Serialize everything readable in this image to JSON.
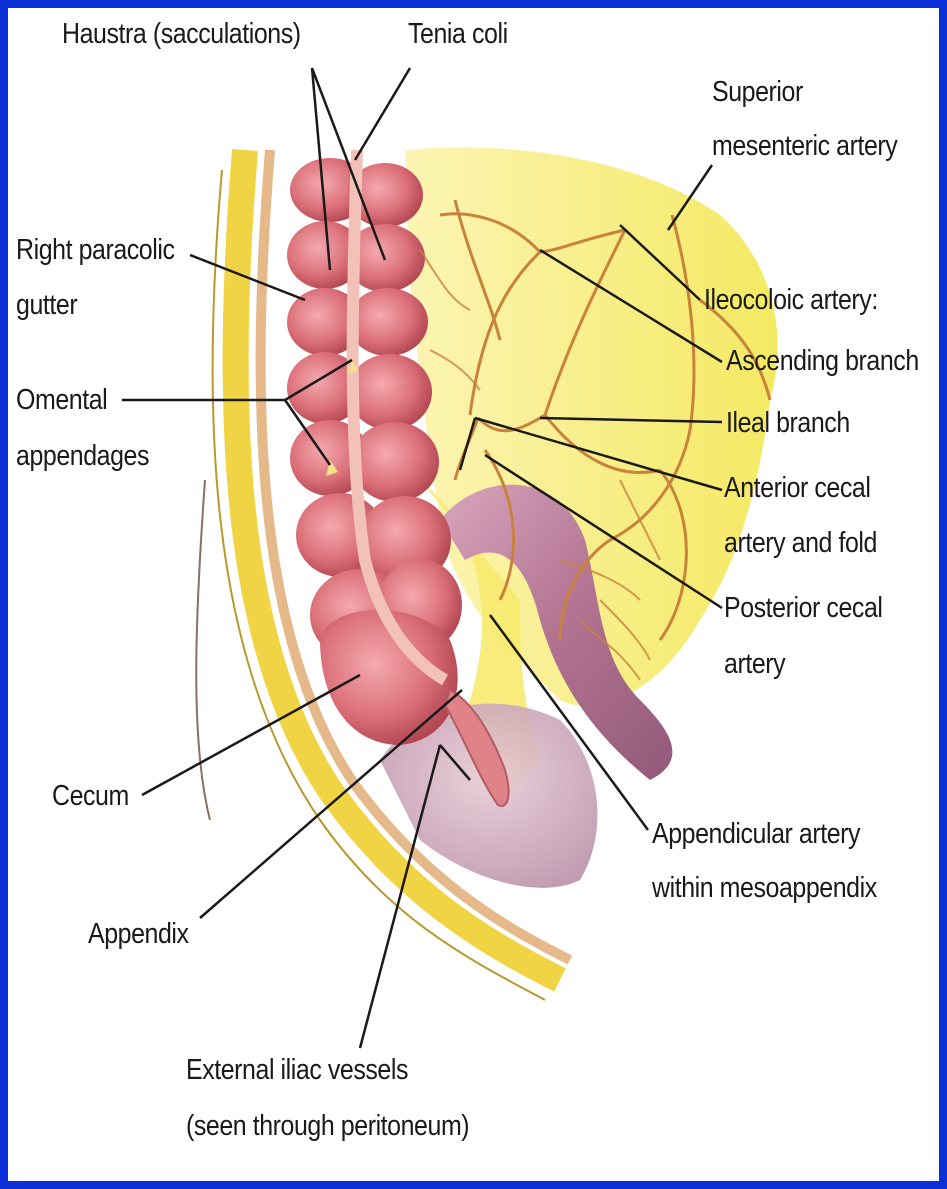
{
  "colors": {
    "frame": "#0b2fd6",
    "colon": "#d9707a",
    "colon_dark": "#b04a55",
    "mesentery": "#f7ef6a",
    "artery": "#c9823c",
    "ileum": "#b77d98",
    "peritoneum_band": "#f2d54a",
    "leader": "#1a1a1a"
  },
  "labels": {
    "haustra": "Haustra (sacculations)",
    "tenia_coli": "Tenia coli",
    "superior_mesenteric_1": "Superior",
    "superior_mesenteric_2": "mesenteric artery",
    "right_paracolic_1": "Right paracolic",
    "right_paracolic_2": "gutter",
    "ileocolic": "Ileocoloic artery:",
    "ascending_branch": "Ascending branch",
    "omental_1": "Omental",
    "omental_2": "appendages",
    "ileal_branch": "Ileal branch",
    "anterior_cecal_1": "Anterior cecal",
    "anterior_cecal_2": "artery and fold",
    "posterior_cecal_1": "Posterior cecal",
    "posterior_cecal_2": "artery",
    "cecum": "Cecum",
    "appendicular_1": "Appendicular artery",
    "appendicular_2": "within mesoappendix",
    "appendix": "Appendix",
    "external_iliac_1": "External iliac vessels",
    "external_iliac_2": "(seen through peritoneum)"
  }
}
